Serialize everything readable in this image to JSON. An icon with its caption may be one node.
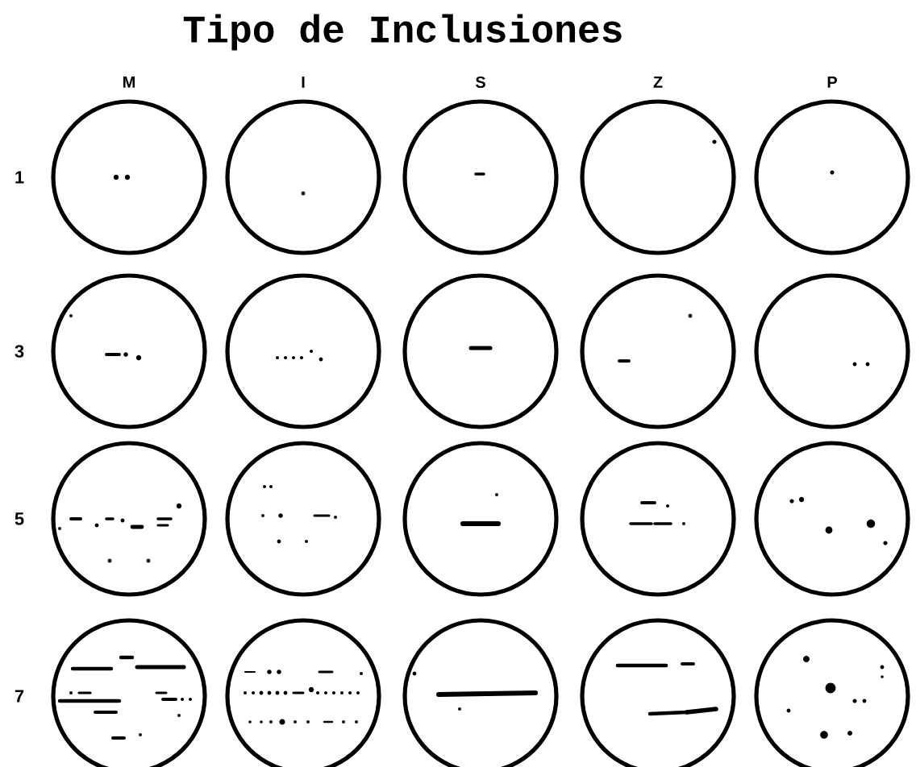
{
  "diagram": {
    "title": "Tipo de Inclusiones",
    "labels": [
      "M",
      "I",
      "S",
      "Z",
      "P",
      "1",
      "3",
      "5",
      "7"
    ]
  }
}
